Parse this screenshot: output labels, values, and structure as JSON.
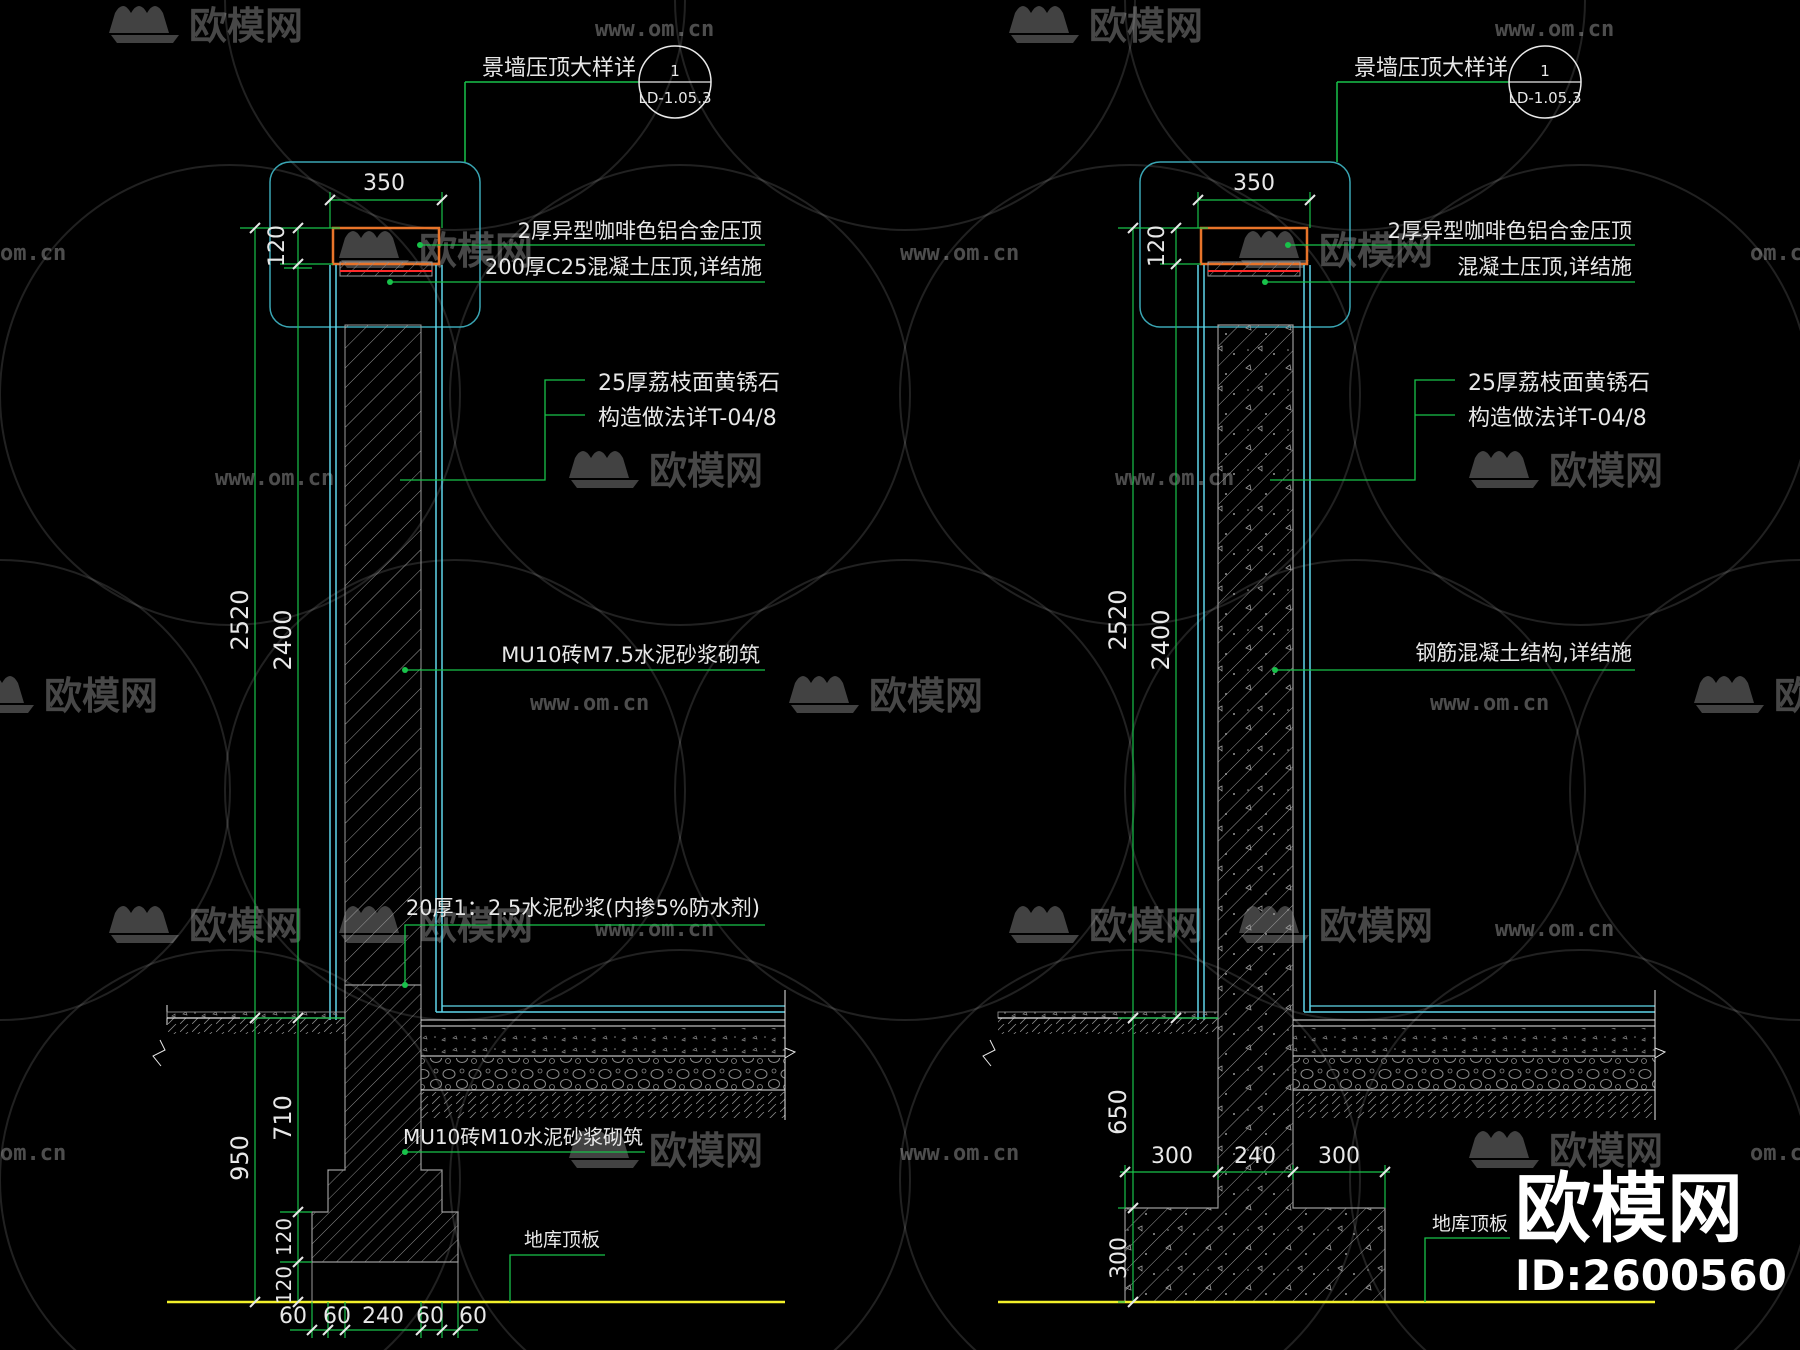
{
  "colors": {
    "background": "#000000",
    "leader": "#18c24a",
    "cyan": "#5fd6ea",
    "white": "#e8e8e8",
    "yellow": "#f2f02a",
    "orange": "#e8742a",
    "red": "#ff2a2a",
    "callout_box": "#3aa6b4"
  },
  "watermark": {
    "brand_text": "欧模网",
    "url_text": "www.om.cn",
    "url_short": "om.cn"
  },
  "corner_badge": {
    "brand": "欧模网",
    "id_text": "ID:2600560"
  },
  "left_detail": {
    "callout_title": "景墙压顶大样详",
    "callout_number": "1",
    "callout_ref": "LD-1.05.3",
    "labels": [
      "2厚异型咖啡色铝合金压顶",
      "200厚C25混凝土压顶,详结施",
      "25厚荔枝面黄锈石",
      "构造做法详T-04/8",
      "MU10砖M7.5水泥砂浆砌筑",
      "20厚1：2.5水泥砂浆(内掺5%防水剂)",
      "MU10砖M10水泥砂浆砌筑",
      "地库顶板"
    ],
    "dims": {
      "top_width": "350",
      "cap_height": "120",
      "total_height": "2520",
      "wall_height": "2400",
      "foundation_depth": "950",
      "base_height": "710",
      "step_1": "120",
      "step_2": "120",
      "bottom": [
        "60",
        "60",
        "240",
        "60",
        "60"
      ]
    }
  },
  "right_detail": {
    "callout_title": "景墙压顶大样详",
    "callout_number": "1",
    "callout_ref": "LD-1.05.3",
    "labels": [
      "2厚异型咖啡色铝合金压顶",
      "混凝土压顶,详结施",
      "25厚荔枝面黄锈石",
      "构造做法详T-04/8",
      "钢筋混凝土结构,详结施",
      "地库顶板"
    ],
    "dims": {
      "top_width": "350",
      "cap_height": "120",
      "total_height": "2520",
      "wall_height": "2400",
      "stem_height": "650",
      "footing_height": "300",
      "footing": [
        "300",
        "240",
        "300"
      ]
    }
  }
}
